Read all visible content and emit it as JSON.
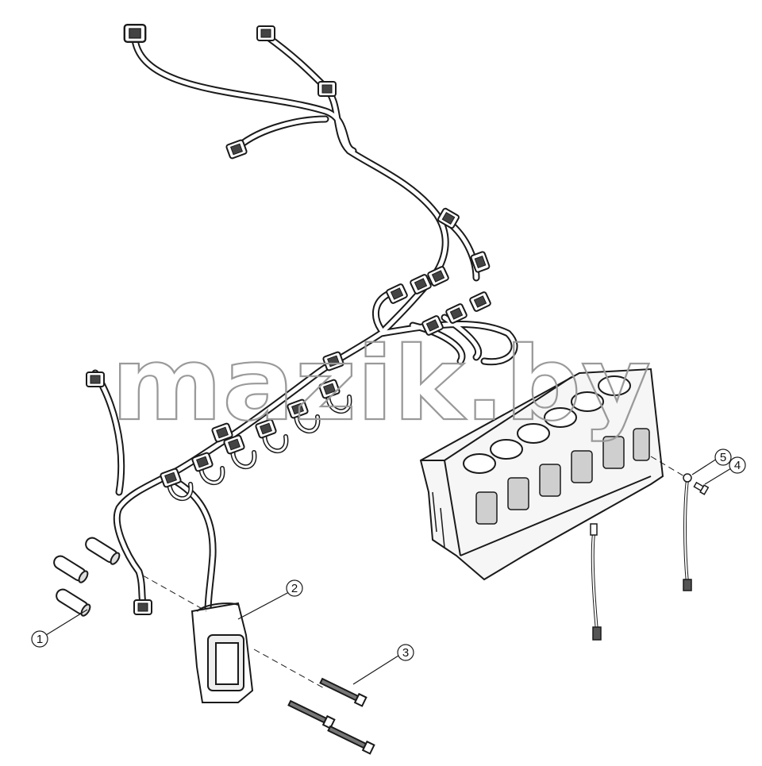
{
  "watermark": "mazik.by",
  "callouts": [
    {
      "id": "callout-1",
      "label": "1"
    },
    {
      "id": "callout-2",
      "label": "2"
    },
    {
      "id": "callout-3",
      "label": "3"
    },
    {
      "id": "callout-4",
      "label": "4"
    },
    {
      "id": "callout-5",
      "label": "5"
    }
  ],
  "colors": {
    "line": "#1a1a1a",
    "fill": "#ffffff",
    "shade": "#cfcfcf",
    "watermark": "#9a9a9a"
  }
}
